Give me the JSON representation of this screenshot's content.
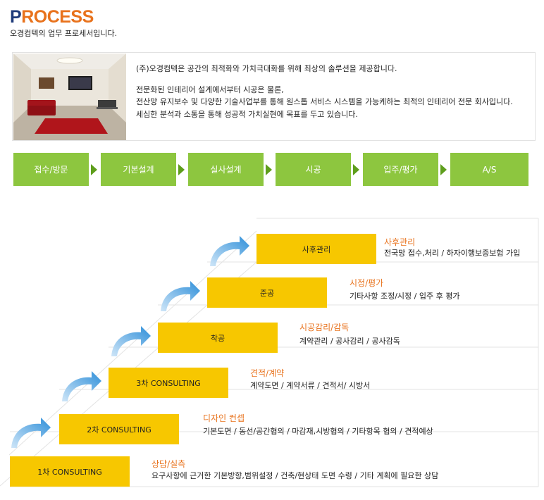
{
  "header": {
    "title_first": "P",
    "title_rest": "ROCESS",
    "subtitle": "오경컴텍의 업무 프로세서입니다."
  },
  "intro": {
    "photo_icon": "interior-photo",
    "line1": "(주)오경컴텍은 공간의 최적화와 가치극대화를 위해 최상의 솔루션을 제공합니다.",
    "line2": "전문화된 인테리어 설계에서부터 시공은 물론,",
    "line3": "전산망 유지보수 및 다양한 기술사업부를 통해 원스톱 서비스 시스템을 가능케하는 최적의 인테리어 전문 회사입니다.",
    "line4": "세심한 분석과 소통을 통해 성공적 가치실현에 목표를 두고 있습니다."
  },
  "process_steps": [
    "접수/방문",
    "기본설계",
    "실사설계",
    "시공",
    "입주/평가",
    "A/S"
  ],
  "colors": {
    "process_green": "#8dc63f",
    "step_yellow": "#f7c700",
    "accent_orange": "#e8721c",
    "title_navy": "#1f3b7a",
    "curl_blue": "#2e8fd9"
  },
  "stairs": [
    {
      "label": "1차 CONSULTING",
      "title": "상담/실측",
      "desc": "요구사항에 근거한 기본방향,범위설정 / 건축/현상태 도면 수령 / 기타 계획에 필요한 상담"
    },
    {
      "label": "2차 CONSULTING",
      "title": "디자인 컨셉",
      "desc": "기본도면 / 동선/공간협의 / 마감재,시방협의 / 기타항목 협의 / 견적예상"
    },
    {
      "label": "3차 CONSULTING",
      "title": "견적/계약",
      "desc": "계약도면 / 계약서류 / 견적서/ 시방서"
    },
    {
      "label": "착공",
      "title": "시공감리/감독",
      "desc": "계약관리 / 공사감리 / 공사감독"
    },
    {
      "label": "준공",
      "title": "시정/평가",
      "desc": "기타사항 조정/시정 / 입주 후 평가"
    },
    {
      "label": "사후관리",
      "title": "사후관리",
      "desc": "전국망 접수,처리 / 하자이행보증보험 가입"
    }
  ]
}
